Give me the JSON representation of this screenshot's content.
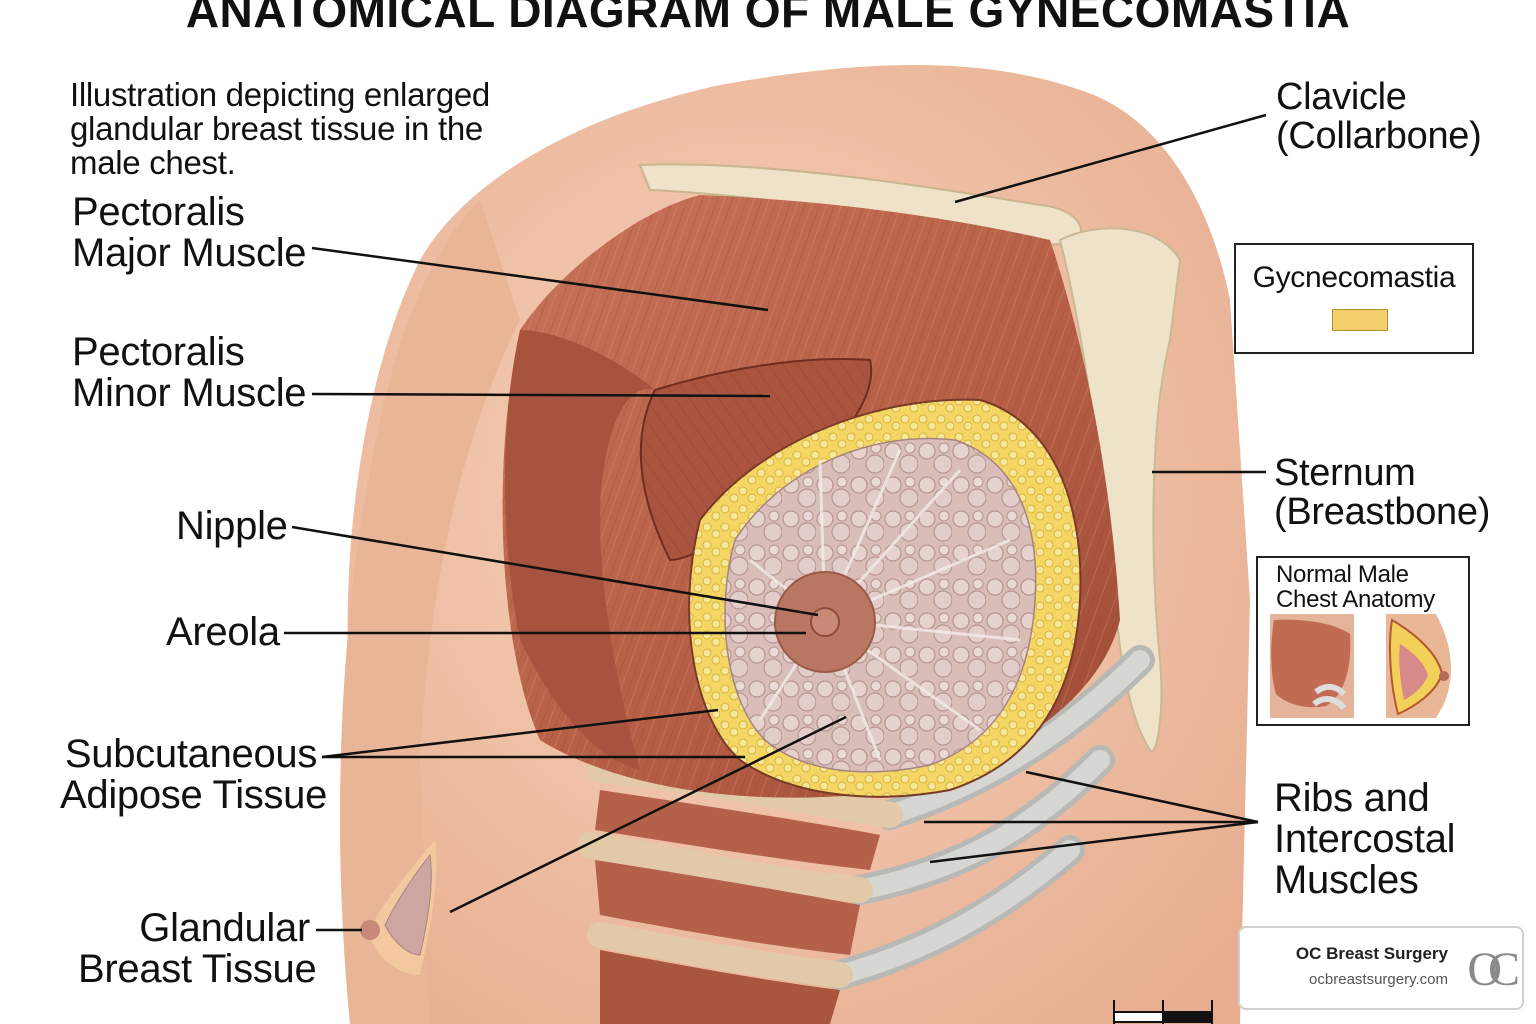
{
  "title": "ANATOMICAL DIAGRAM OF MALE GYNECOMASTIA",
  "intro": "Illustration depicting enlarged glandular breast tissue in the male chest.",
  "labels": {
    "pectoralis_major": [
      "Pectoralis",
      "Major Muscle"
    ],
    "pectoralis_minor": [
      "Pectoralis",
      "Minor Muscle"
    ],
    "nipple": "Nipple",
    "areola": "Areola",
    "adipose": [
      "Subcutaneous",
      "Adipose Tissue"
    ],
    "glandular": [
      "Glandular",
      "Breast Tissue"
    ],
    "clavicle": [
      "Clavicle",
      "(Collarbone)"
    ],
    "sternum": [
      "Sternum",
      "(Breastbone)"
    ],
    "ribs": [
      "Ribs and",
      "Intercostal",
      "Muscles"
    ]
  },
  "legend": {
    "label": "Gycnecomastia",
    "swatch_color": "#f2cf6a"
  },
  "inset": {
    "title": [
      "Normal Male",
      "Chest Anatomy"
    ]
  },
  "logo": {
    "name": "OC Breast Surgery",
    "url": "ocbreastsurgery.com",
    "monogram": "OC"
  },
  "colors": {
    "muscle": "#b9644b",
    "muscle_dark": "#8f3f2c",
    "skin": "#f2c4a6",
    "fat": "#f0d25a",
    "gland": "#d9c0bd",
    "bone": "#ede0c6",
    "rib": "#c9c9c6"
  }
}
